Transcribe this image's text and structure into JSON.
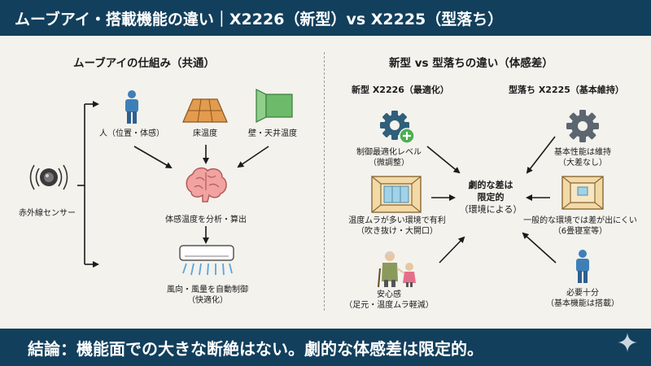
{
  "header": {
    "title": "ムーブアイ・搭載機能の違い｜X2226（新型）vs X2225（型落ち）"
  },
  "left": {
    "title": "ムーブアイの仕組み（共通）",
    "sensor": "赤外線センサー",
    "person": "人（位置・体感）",
    "floor": "床温度",
    "wall": "壁・天井温度",
    "analysis": "体感温度を分析・算出",
    "control_line1": "風向・風量を自動制御",
    "control_line2": "（快適化）"
  },
  "right": {
    "title": "新型 vs 型落ちの違い（体感差）",
    "new_heading": "新型 X2226（最適化）",
    "old_heading": "型落ち X2225（基本維持）",
    "center_line1": "劇的な差は",
    "center_line2": "限定的",
    "center_line3": "（環境による）",
    "new_items": [
      {
        "line1": "制御最適化レベル",
        "line2": "（微調整）"
      },
      {
        "line1": "温度ムラが多い環境で有利",
        "line2": "（吹き抜け・大開口）"
      },
      {
        "line1": "安心感",
        "line2": "（足元・温度ムラ軽減）"
      }
    ],
    "old_items": [
      {
        "line1": "基本性能は維持",
        "line2": "（大差なし）"
      },
      {
        "line1": "一般的な環境では差が出にくい",
        "line2": "（6畳寝室等）"
      },
      {
        "line1": "必要十分",
        "line2": "（基本機能は搭載）"
      }
    ]
  },
  "footer": {
    "conclusion": "結論：機能面での大きな断絶はない。劇的な体感差は限定的。"
  },
  "colors": {
    "banner": "#123f5c",
    "background": "#f3f2ed"
  }
}
